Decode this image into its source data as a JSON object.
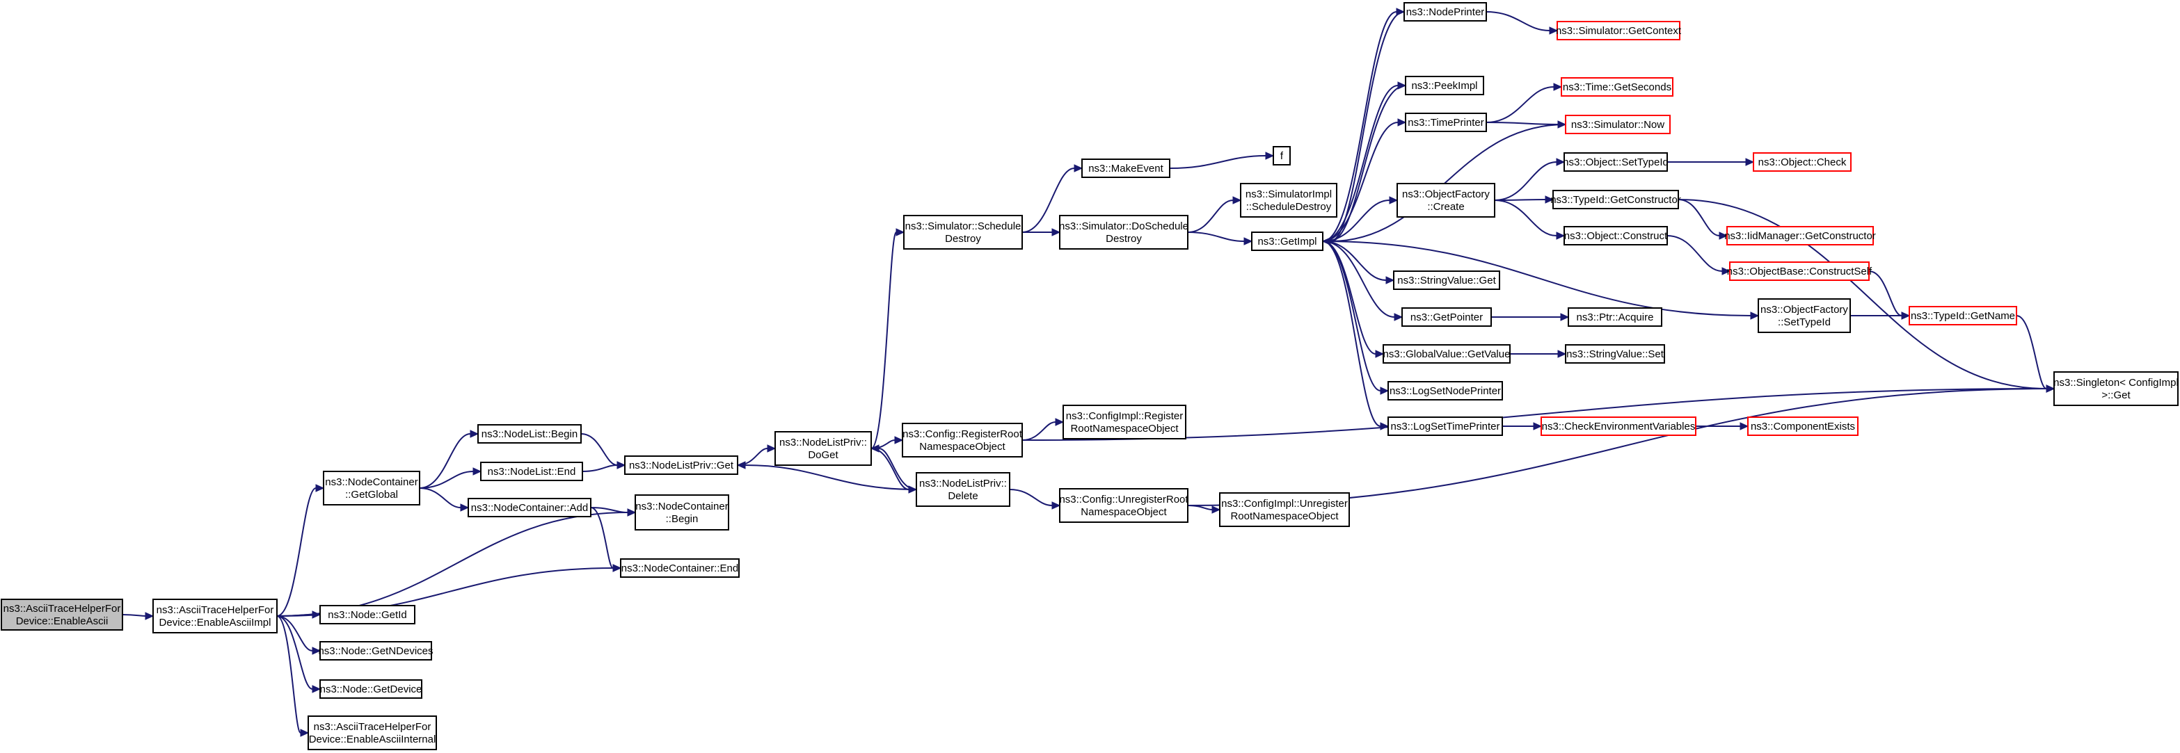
{
  "colors": {
    "edge": "#191970",
    "node_border": "#000000",
    "node_border_truncated": "#ff0000",
    "node_fill": "#ffffff",
    "root_fill": "#bfbfbf",
    "text": "#000000"
  },
  "nodes": [
    {
      "id": "root",
      "lines": [
        "ns3::AsciiTraceHelperFor",
        "Device::EnableAscii"
      ],
      "style": "root"
    },
    {
      "id": "enable_ascii_impl",
      "lines": [
        "ns3::AsciiTraceHelperFor",
        "Device::EnableAsciiImpl"
      ],
      "style": "normal"
    },
    {
      "id": "node_getid",
      "lines": [
        "ns3::Node::GetId"
      ],
      "style": "normal"
    },
    {
      "id": "node_getndevices",
      "lines": [
        "ns3::Node::GetNDevices"
      ],
      "style": "normal"
    },
    {
      "id": "node_getdevice",
      "lines": [
        "ns3::Node::GetDevice"
      ],
      "style": "normal"
    },
    {
      "id": "enable_ascii_internal",
      "lines": [
        "ns3::AsciiTraceHelperFor",
        "Device::EnableAsciiInternal"
      ],
      "style": "normal"
    },
    {
      "id": "nc_getglobal",
      "lines": [
        "ns3::NodeContainer",
        "::GetGlobal"
      ],
      "style": "normal"
    },
    {
      "id": "nc_begin",
      "lines": [
        "ns3::NodeContainer",
        "::Begin"
      ],
      "style": "normal"
    },
    {
      "id": "nc_end",
      "lines": [
        "ns3::NodeContainer::End"
      ],
      "style": "normal"
    },
    {
      "id": "nl_begin",
      "lines": [
        "ns3::NodeList::Begin"
      ],
      "style": "normal"
    },
    {
      "id": "nl_end",
      "lines": [
        "ns3::NodeList::End"
      ],
      "style": "normal"
    },
    {
      "id": "nc_add",
      "lines": [
        "ns3::NodeContainer::Add"
      ],
      "style": "normal"
    },
    {
      "id": "nlp_get",
      "lines": [
        "ns3::NodeListPriv::Get"
      ],
      "style": "normal"
    },
    {
      "id": "nlp_doget",
      "lines": [
        "ns3::NodeListPriv::",
        "DoGet"
      ],
      "style": "normal"
    },
    {
      "id": "nlp_delete",
      "lines": [
        "ns3::NodeListPriv::",
        "Delete"
      ],
      "style": "normal"
    },
    {
      "id": "sim_schedule_destroy",
      "lines": [
        "ns3::Simulator::Schedule",
        "Destroy"
      ],
      "style": "normal"
    },
    {
      "id": "make_event",
      "lines": [
        "ns3::MakeEvent"
      ],
      "style": "normal"
    },
    {
      "id": "f",
      "lines": [
        "f"
      ],
      "style": "normal"
    },
    {
      "id": "sim_doschedule_destroy",
      "lines": [
        "ns3::Simulator::DoSchedule",
        "Destroy"
      ],
      "style": "normal"
    },
    {
      "id": "simimpl_schedule_destroy",
      "lines": [
        "ns3::SimulatorImpl",
        "::ScheduleDestroy"
      ],
      "style": "normal"
    },
    {
      "id": "getimpl",
      "lines": [
        "ns3::GetImpl"
      ],
      "style": "normal"
    },
    {
      "id": "config_register",
      "lines": [
        "ns3::Config::RegisterRoot",
        "NamespaceObject"
      ],
      "style": "normal"
    },
    {
      "id": "configimpl_register",
      "lines": [
        "ns3::ConfigImpl::Register",
        "RootNamespaceObject"
      ],
      "style": "normal"
    },
    {
      "id": "config_unregister",
      "lines": [
        "ns3::Config::UnregisterRoot",
        "NamespaceObject"
      ],
      "style": "normal"
    },
    {
      "id": "configimpl_unregister",
      "lines": [
        "ns3::ConfigImpl::Unregister",
        "RootNamespaceObject"
      ],
      "style": "normal"
    },
    {
      "id": "node_printer",
      "lines": [
        "ns3::NodePrinter"
      ],
      "style": "normal"
    },
    {
      "id": "sim_getcontext",
      "lines": [
        "ns3::Simulator::GetContext"
      ],
      "style": "truncated"
    },
    {
      "id": "peek_impl",
      "lines": [
        "ns3::PeekImpl"
      ],
      "style": "normal"
    },
    {
      "id": "time_printer",
      "lines": [
        "ns3::TimePrinter"
      ],
      "style": "normal"
    },
    {
      "id": "time_getseconds",
      "lines": [
        "ns3::Time::GetSeconds"
      ],
      "style": "truncated"
    },
    {
      "id": "sim_now",
      "lines": [
        "ns3::Simulator::Now"
      ],
      "style": "truncated"
    },
    {
      "id": "objfactory_create",
      "lines": [
        "ns3::ObjectFactory",
        "::Create"
      ],
      "style": "normal"
    },
    {
      "id": "object_settypeid",
      "lines": [
        "ns3::Object::SetTypeId"
      ],
      "style": "normal"
    },
    {
      "id": "object_check",
      "lines": [
        "ns3::Object::Check"
      ],
      "style": "truncated"
    },
    {
      "id": "typeid_getconstructor",
      "lines": [
        "ns3::TypeId::GetConstructor"
      ],
      "style": "normal"
    },
    {
      "id": "iidmanager_getconstructor",
      "lines": [
        "ns3::IidManager::GetConstructor"
      ],
      "style": "truncated"
    },
    {
      "id": "object_construct",
      "lines": [
        "ns3::Object::Construct"
      ],
      "style": "normal"
    },
    {
      "id": "objectbase_constructself",
      "lines": [
        "ns3::ObjectBase::ConstructSelf"
      ],
      "style": "truncated"
    },
    {
      "id": "objfactory_settypeid",
      "lines": [
        "ns3::ObjectFactory",
        "::SetTypeId"
      ],
      "style": "normal"
    },
    {
      "id": "typeid_getname",
      "lines": [
        "ns3::TypeId::GetName"
      ],
      "style": "truncated"
    },
    {
      "id": "singleton_get",
      "lines": [
        "ns3::Singleton< ConfigImpl",
        " >::Get"
      ],
      "style": "normal"
    },
    {
      "id": "stringvalue_get",
      "lines": [
        "ns3::StringValue::Get"
      ],
      "style": "normal"
    },
    {
      "id": "getpointer",
      "lines": [
        "ns3::GetPointer"
      ],
      "style": "normal"
    },
    {
      "id": "ptr_acquire",
      "lines": [
        "ns3::Ptr::Acquire"
      ],
      "style": "normal"
    },
    {
      "id": "globalvalue_getvalue",
      "lines": [
        "ns3::GlobalValue::GetValue"
      ],
      "style": "normal"
    },
    {
      "id": "stringvalue_set",
      "lines": [
        "ns3::StringValue::Set"
      ],
      "style": "normal"
    },
    {
      "id": "log_setnodeprinter",
      "lines": [
        "ns3::LogSetNodePrinter"
      ],
      "style": "normal"
    },
    {
      "id": "log_settimeprinter",
      "lines": [
        "ns3::LogSetTimePrinter"
      ],
      "style": "normal"
    },
    {
      "id": "check_env_vars",
      "lines": [
        "ns3::CheckEnvironmentVariables"
      ],
      "style": "truncated"
    },
    {
      "id": "component_exists",
      "lines": [
        "ns3::ComponentExists"
      ],
      "style": "truncated"
    }
  ],
  "edges": [
    {
      "from": "root",
      "to": "enable_ascii_impl"
    },
    {
      "from": "enable_ascii_impl",
      "to": "nc_getglobal"
    },
    {
      "from": "enable_ascii_impl",
      "to": "nc_begin"
    },
    {
      "from": "enable_ascii_impl",
      "to": "nc_end"
    },
    {
      "from": "enable_ascii_impl",
      "to": "node_getid"
    },
    {
      "from": "enable_ascii_impl",
      "to": "node_getndevices"
    },
    {
      "from": "enable_ascii_impl",
      "to": "node_getdevice"
    },
    {
      "from": "enable_ascii_impl",
      "to": "enable_ascii_internal"
    },
    {
      "from": "nc_getglobal",
      "to": "nl_begin"
    },
    {
      "from": "nc_getglobal",
      "to": "nl_end"
    },
    {
      "from": "nc_getglobal",
      "to": "nc_add"
    },
    {
      "from": "nl_begin",
      "to": "nlp_get"
    },
    {
      "from": "nl_end",
      "to": "nlp_get"
    },
    {
      "from": "nc_add",
      "to": "nc_begin"
    },
    {
      "from": "nc_add",
      "to": "nc_end"
    },
    {
      "from": "nlp_get",
      "to": "nlp_doget"
    },
    {
      "from": "nlp_doget",
      "to": "sim_schedule_destroy"
    },
    {
      "from": "nlp_doget",
      "to": "config_register"
    },
    {
      "from": "nlp_doget",
      "to": "nlp_delete"
    },
    {
      "from": "nlp_delete",
      "to": "nlp_get"
    },
    {
      "from": "nlp_delete",
      "to": "nlp_doget"
    },
    {
      "from": "nlp_delete",
      "to": "config_unregister"
    },
    {
      "from": "sim_schedule_destroy",
      "to": "make_event"
    },
    {
      "from": "sim_schedule_destroy",
      "to": "sim_doschedule_destroy"
    },
    {
      "from": "make_event",
      "to": "f"
    },
    {
      "from": "sim_doschedule_destroy",
      "to": "simimpl_schedule_destroy"
    },
    {
      "from": "sim_doschedule_destroy",
      "to": "getimpl"
    },
    {
      "from": "config_register",
      "to": "configimpl_register"
    },
    {
      "from": "config_register",
      "to": "singleton_get"
    },
    {
      "from": "config_unregister",
      "to": "configimpl_unregister"
    },
    {
      "from": "config_unregister",
      "to": "singleton_get"
    },
    {
      "from": "getimpl",
      "to": "node_printer"
    },
    {
      "from": "getimpl",
      "to": "peek_impl"
    },
    {
      "from": "getimpl",
      "to": "time_printer"
    },
    {
      "from": "getimpl",
      "to": "objfactory_create"
    },
    {
      "from": "getimpl",
      "to": "objfactory_settypeid"
    },
    {
      "from": "getimpl",
      "to": "stringvalue_get"
    },
    {
      "from": "getimpl",
      "to": "getpointer"
    },
    {
      "from": "getimpl",
      "to": "globalvalue_getvalue"
    },
    {
      "from": "getimpl",
      "to": "log_setnodeprinter"
    },
    {
      "from": "getimpl",
      "to": "log_settimeprinter"
    },
    {
      "from": "node_printer",
      "to": "sim_getcontext"
    },
    {
      "from": "node_printer",
      "to": "getimpl"
    },
    {
      "from": "peek_impl",
      "to": "getimpl"
    },
    {
      "from": "time_printer",
      "to": "time_getseconds"
    },
    {
      "from": "time_printer",
      "to": "sim_now"
    },
    {
      "from": "sim_now",
      "to": "getimpl"
    },
    {
      "from": "objfactory_create",
      "to": "object_settypeid"
    },
    {
      "from": "objfactory_create",
      "to": "typeid_getconstructor"
    },
    {
      "from": "objfactory_create",
      "to": "object_construct"
    },
    {
      "from": "object_settypeid",
      "to": "object_check"
    },
    {
      "from": "typeid_getconstructor",
      "to": "iidmanager_getconstructor"
    },
    {
      "from": "typeid_getconstructor",
      "to": "singleton_get"
    },
    {
      "from": "object_construct",
      "to": "objectbase_constructself"
    },
    {
      "from": "objectbase_constructself",
      "to": "typeid_getname"
    },
    {
      "from": "objfactory_settypeid",
      "to": "typeid_getname"
    },
    {
      "from": "typeid_getname",
      "to": "singleton_get"
    },
    {
      "from": "getpointer",
      "to": "ptr_acquire"
    },
    {
      "from": "globalvalue_getvalue",
      "to": "stringvalue_set"
    },
    {
      "from": "log_settimeprinter",
      "to": "check_env_vars"
    },
    {
      "from": "check_env_vars",
      "to": "component_exists"
    }
  ]
}
